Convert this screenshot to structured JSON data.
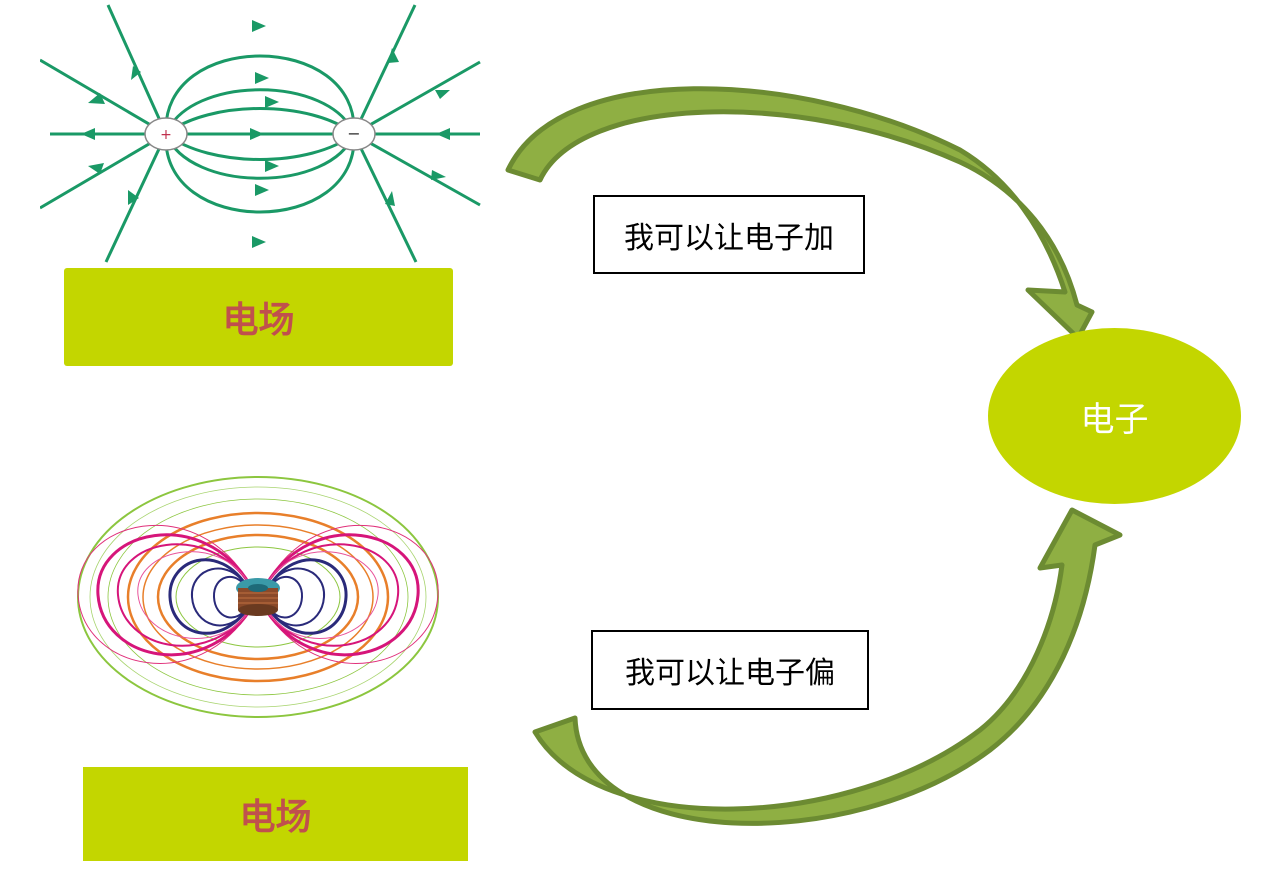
{
  "diagram": {
    "top_label": "电场",
    "bottom_label": "电场",
    "accelerate_text": "我可以让电子加",
    "deflect_text": "我可以让电子偏",
    "target_label": "电子",
    "electric_field": {
      "positive_charge": "+",
      "negative_charge": "−"
    }
  },
  "colors": {
    "field_line_green": "#1a9966",
    "label_bar": "#c3d600",
    "label_text": "#c0504d",
    "arrow_fill": "#8faf43",
    "arrow_dark": "#6c8b32"
  }
}
